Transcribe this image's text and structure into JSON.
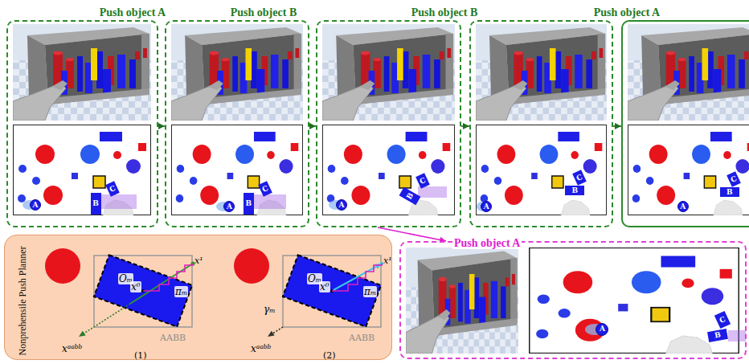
{
  "diagram": {
    "nodes": [
      {
        "text": []
      },
      {
        "text": [
          "A"
        ],
        "in": 0
      },
      {
        "text": [
          "B"
        ],
        "in": 0
      },
      {
        "text": [
          "C"
        ],
        "in": 0
      },
      {
        "text": []
      },
      {
        "text": [
          "A"
        ],
        "in": 4
      },
      {
        "text": [
          "B"
        ],
        "in": 4
      },
      {
        "text": [
          "C"
        ],
        "in": 4
      },
      {
        "text": []
      },
      {
        "text": [
          "A"
        ],
        "in": 8
      },
      {
        "text": [
          "B"
        ],
        "in": 8
      },
      {
        "text": [
          "C"
        ],
        "in": 8
      },
      {
        "text": []
      },
      {
        "text": [
          "A"
        ],
        "in": 12
      },
      {
        "text": [
          "B"
        ],
        "in": 12
      },
      {
        "text": [
          "C"
        ],
        "in": 12
      },
      {
        "text": []
      },
      {
        "text": [
          "A"
        ],
        "in": 16
      },
      {
        "text": [
          "B"
        ],
        "in": 16
      },
      {
        "text": [
          "C"
        ],
        "in": 16
      },
      {
        "text": [
          "Nonprehensile Push Planner"
        ]
      },
      {
        "text": []
      },
      {
        "text": [
          "A"
        ],
        "in": 21
      },
      {
        "text": [
          "B"
        ],
        "in": 21
      },
      {
        "text": [
          "C"
        ],
        "in": 21
      }
    ],
    "edges": [
      {
        "from": 0,
        "to": 4,
        "label": "Push object A",
        "arrow": "to"
      },
      {
        "from": 4,
        "to": 8,
        "label": "Push object B",
        "arrow": "to"
      },
      {
        "from": 8,
        "to": 12,
        "label": "Push object B",
        "arrow": "to"
      },
      {
        "from": 12,
        "to": 16,
        "label": "Push object A",
        "arrow": "to"
      },
      {
        "from": 8,
        "to": 21,
        "label": "Push object A",
        "arrow": "to"
      }
    ],
    "labels": [
      "Oₘ",
      "x⁰",
      "x¹",
      "πₘ",
      "xᵃᵃᵇᵇ",
      "AABB",
      "(1)",
      "Oₘ",
      "γₘ",
      "x⁰",
      "x¹",
      "πₘ",
      "xᵃᵃᵇᵇ",
      "AABB",
      "(2)"
    ]
  }
}
